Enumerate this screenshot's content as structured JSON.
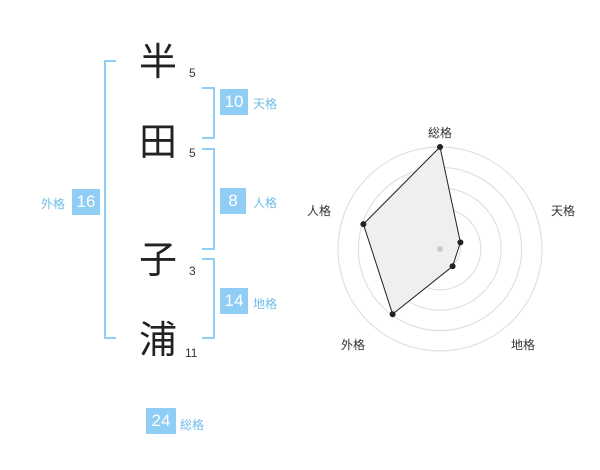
{
  "name": {
    "chars": [
      {
        "char": "半",
        "strokes": "5"
      },
      {
        "char": "田",
        "strokes": "5"
      },
      {
        "char": "子",
        "strokes": "3"
      },
      {
        "char": "浦",
        "strokes": "11"
      }
    ]
  },
  "kakusu": {
    "tenkaku": {
      "value": "10",
      "label": "天格"
    },
    "jinkaku": {
      "value": "8",
      "label": "人格"
    },
    "chikaku": {
      "value": "14",
      "label": "地格"
    },
    "gaikaku": {
      "value": "16",
      "label": "外格"
    },
    "soukaku": {
      "value": "24",
      "label": "総格"
    }
  },
  "colors": {
    "accent": "#8fcdf4",
    "accent_text": "#6fbde8",
    "radar_fill": "#efefef",
    "radar_grid": "#dcdcdc"
  },
  "chart_data": {
    "type": "radar",
    "axes": [
      "総格",
      "天格",
      "地格",
      "外格",
      "人格"
    ],
    "values": [
      1.0,
      0.21,
      0.21,
      0.79,
      0.79
    ],
    "rlim": [
      0,
      1
    ],
    "rings": 5,
    "grid": true
  }
}
